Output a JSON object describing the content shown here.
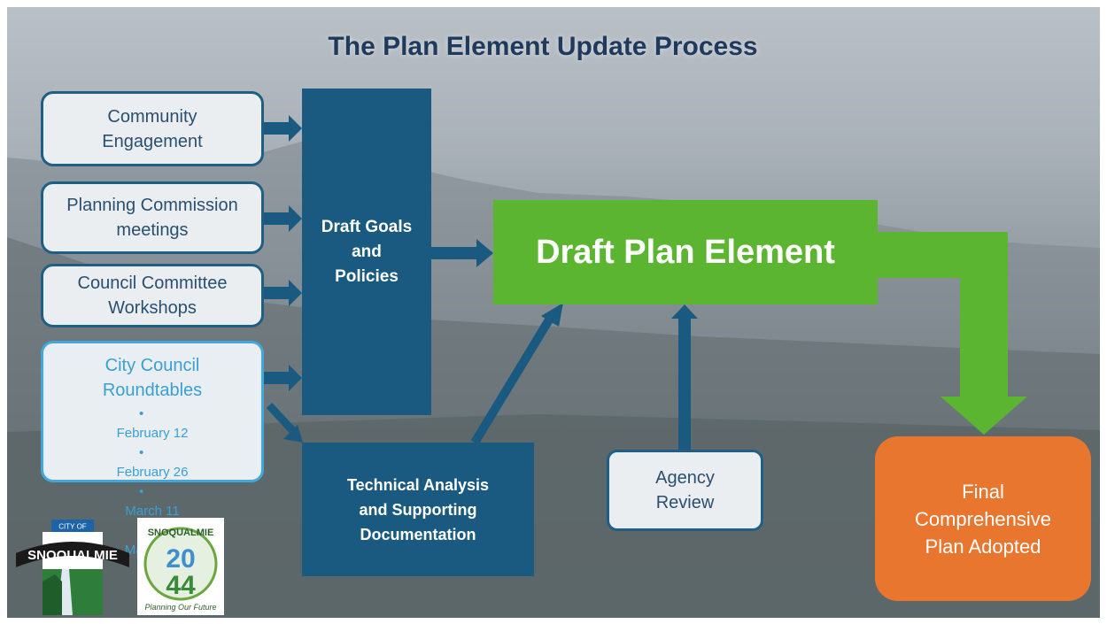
{
  "title": "The Plan Element Update Process",
  "sources": {
    "community": [
      "Community",
      "Engagement"
    ],
    "planning": [
      "Planning Commission",
      "meetings"
    ],
    "council": [
      "Council Committee",
      "Workshops"
    ]
  },
  "roundtables": {
    "title": [
      "City Council",
      "Roundtables"
    ],
    "bullet": "•",
    "dates": [
      "February 12",
      "February 26",
      "March 11",
      "March 25"
    ]
  },
  "draft_goals": [
    "Draft Goals",
    "and",
    "Policies"
  ],
  "technical": [
    "Technical Analysis",
    "and Supporting",
    "Documentation"
  ],
  "draft_plan": "Draft Plan Element",
  "agency": [
    "Agency",
    "Review"
  ],
  "final": [
    "Final",
    "Comprehensive",
    "Plan Adopted"
  ],
  "logos": {
    "city_top": "CITY OF",
    "city_name": "SNOQUALMIE",
    "snoq": "SNOQUALMIE",
    "year_top": "20",
    "year_bottom": "44",
    "tagline": "Planning Our Future"
  },
  "colors": {
    "navy": "#1b5a80",
    "green": "#5cb531",
    "orange": "#e9762f",
    "light_blue": "#42a8dc"
  }
}
